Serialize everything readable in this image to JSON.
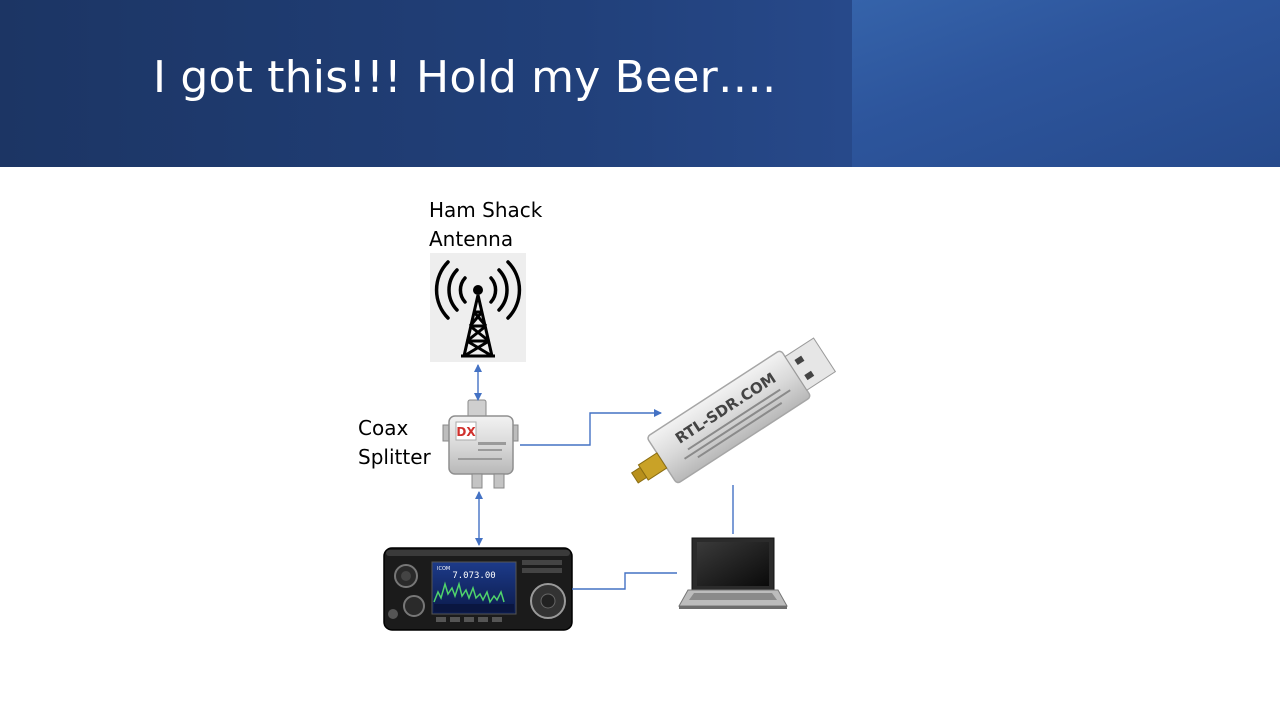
{
  "slide": {
    "title": "I got this!!!  Hold my Beer…."
  },
  "diagram": {
    "antenna": {
      "label_line1": "Ham Shack",
      "label_line2": "Antenna",
      "icon": "antenna-tower-icon"
    },
    "splitter": {
      "label_line1": "Coax",
      "label_line2": "Splitter",
      "brand": "DX",
      "icon": "coax-splitter-icon"
    },
    "sdr": {
      "text": "RTL-SDR.COM",
      "icon": "usb-sdr-dongle-icon"
    },
    "radio": {
      "display": "7.073.00",
      "brand": "ICOM",
      "icon": "transceiver-radio-icon"
    },
    "laptop": {
      "icon": "laptop-icon"
    },
    "colors": {
      "header": "#21407a",
      "connector": "#4472c4"
    }
  }
}
